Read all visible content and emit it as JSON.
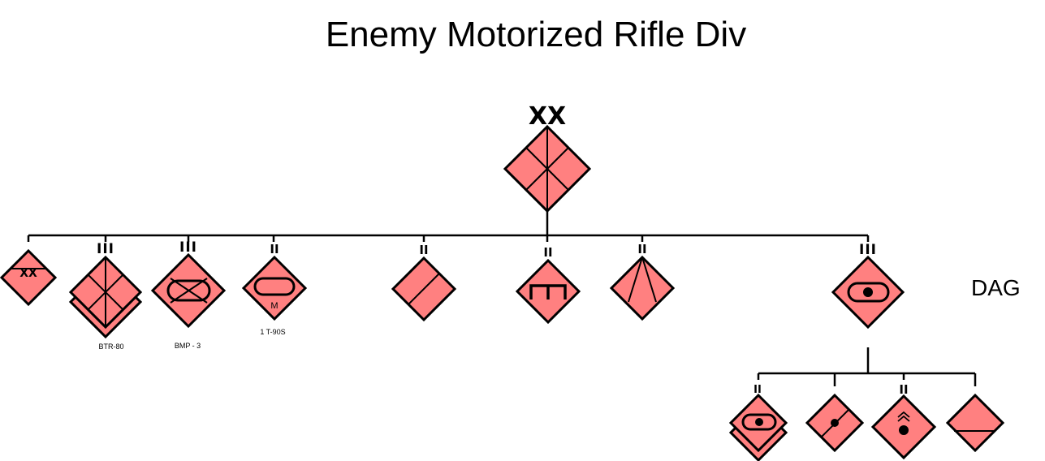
{
  "title": "Enemy Motorized Rifle Div",
  "colors": {
    "hostile_fill": "#ff8080",
    "line": "#000000"
  },
  "hq": {
    "echelon": "XX",
    "symbol": "division-hq"
  },
  "units": [
    {
      "id": "div-hq-element",
      "symbol": "headquarters-xx",
      "echelon": "",
      "inner_text": "XX"
    },
    {
      "id": "mrr-btr",
      "symbol": "motorized-rifle",
      "echelon": "III",
      "label": "BTR-80"
    },
    {
      "id": "mrr-bmp",
      "symbol": "mechanized-infantry",
      "echelon": "III",
      "label": "BMP - 3"
    },
    {
      "id": "tank-bn",
      "symbol": "armor",
      "echelon": "II",
      "inner_text": "M",
      "label": "1 T-90S"
    },
    {
      "id": "recon-bn",
      "symbol": "reconnaissance",
      "echelon": "II"
    },
    {
      "id": "engineer-bn",
      "symbol": "engineer",
      "echelon": "II"
    },
    {
      "id": "signal-bn",
      "symbol": "signal",
      "echelon": "II"
    },
    {
      "id": "dag",
      "symbol": "self-propelled-artillery",
      "echelon": "III",
      "side_label": "DAG"
    }
  ],
  "dag_subunits": [
    {
      "id": "sp-artillery-bn",
      "symbol": "self-propelled-artillery",
      "echelon": "II"
    },
    {
      "id": "artillery-battery",
      "symbol": "field-artillery",
      "echelon": ""
    },
    {
      "id": "air-defense-bn",
      "symbol": "air-defense-missile",
      "echelon": "II"
    },
    {
      "id": "support-unit",
      "symbol": "supply",
      "echelon": ""
    }
  ]
}
